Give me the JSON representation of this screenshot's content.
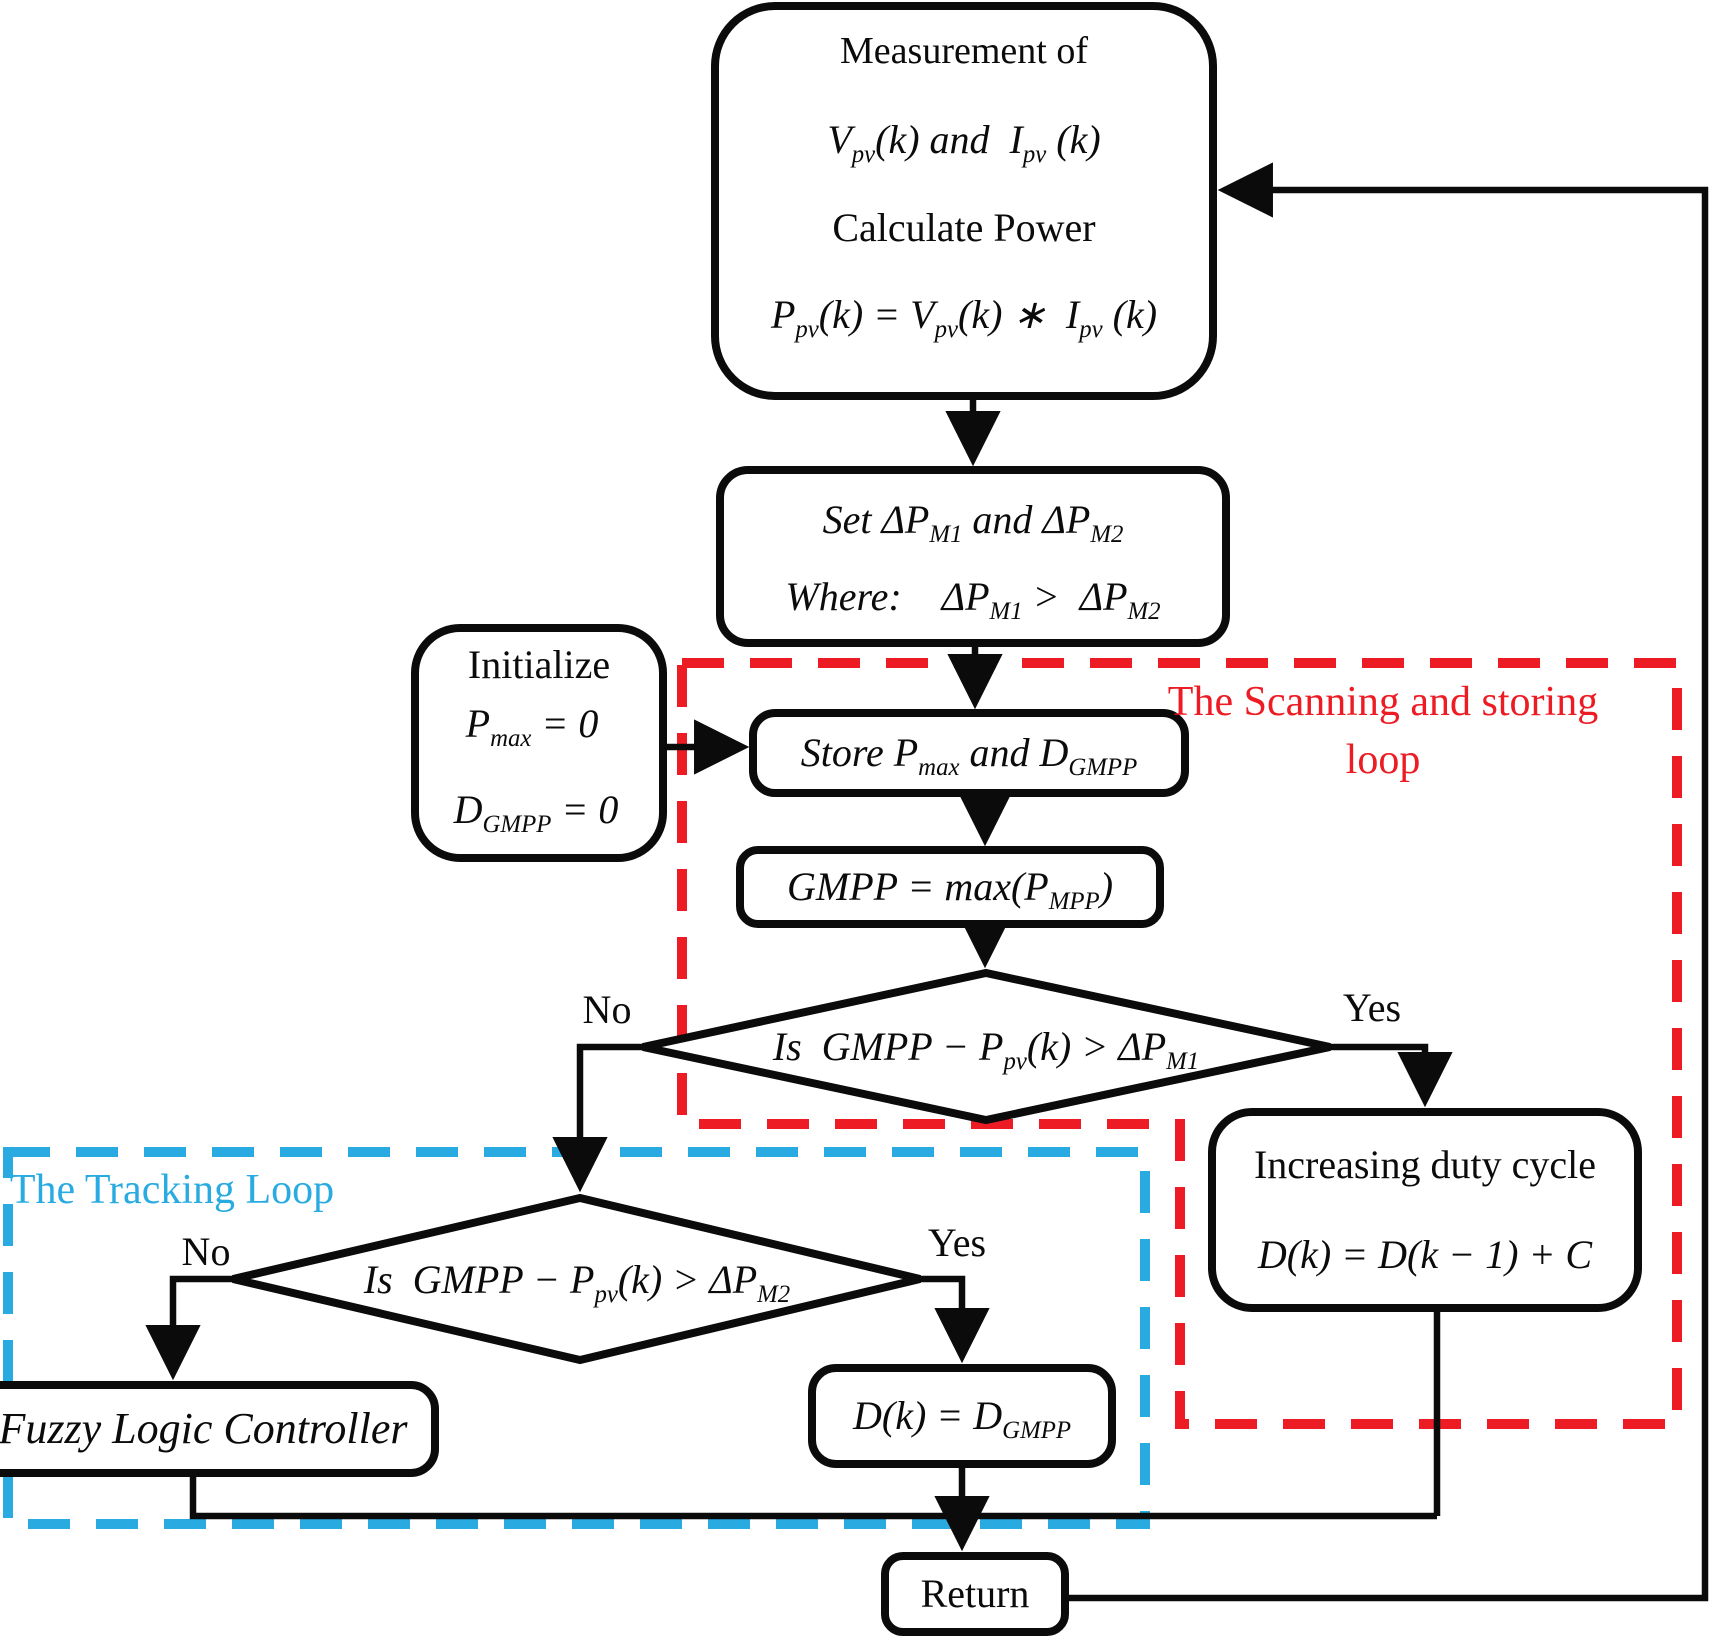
{
  "colors": {
    "loop_red": "#ed1c24",
    "loop_blue": "#29abe2",
    "ink": "#0b0b0b"
  },
  "loops": {
    "scanning_label_line1": "The Scanning and storing",
    "scanning_label_line2": "loop",
    "tracking_label": "The Tracking Loop"
  },
  "nodes": {
    "measurement": {
      "line1": "Measurement of",
      "line2": "V_{pv}(k) and  I_{pv} (k)",
      "line3": "Calculate Power",
      "line4": "P_{pv}(k) = V_{pv}(k) ∗  I_{pv} (k)"
    },
    "set_thresholds": {
      "line1": "Set ΔP_{M1} and ΔP_{M2}",
      "line2": "Where:    ΔP_{M1} >  ΔP_{M2}"
    },
    "initialize": {
      "line1": "Initialize",
      "line2": "P_{max} = 0",
      "line3": "D_{GMPP} = 0"
    },
    "store": {
      "label": "Store P_{max} and D_{GMPP}"
    },
    "gmpp": {
      "label": "GMPP = max(P_{MPP})"
    },
    "decision1": {
      "question": "Is  GMPP − P_{pv}(k) > ΔP_{M1}",
      "no": "No",
      "yes": "Yes"
    },
    "increase_duty": {
      "line1": "Increasing duty cycle",
      "line2": "D(k) = D(k − 1) + C"
    },
    "decision2": {
      "question": "Is  GMPP − P_{pv}(k) > ΔP_{M2}",
      "no": "No",
      "yes": "Yes"
    },
    "fuzzy": {
      "label": "Fuzzy Logic Controller"
    },
    "set_duty": {
      "label": "D(k) = D_{GMPP}"
    },
    "return": {
      "label": "Return"
    }
  }
}
